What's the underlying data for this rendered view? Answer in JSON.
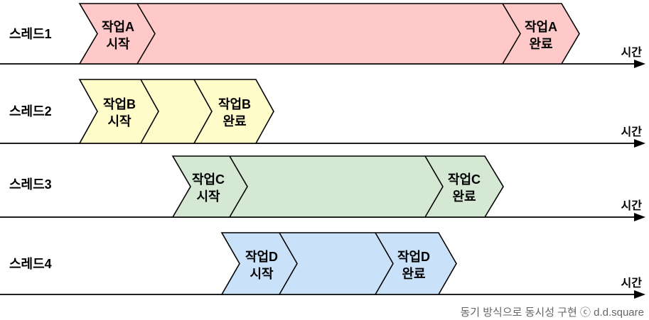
{
  "rows": [
    {
      "thread": "스레드1",
      "task": "작업A",
      "start_line1": "작업A",
      "start_line2": "시작",
      "end_line1": "작업A",
      "end_line2": "완료",
      "time_label": "시간",
      "fill": "#FFC9C9"
    },
    {
      "thread": "스레드2",
      "task": "작업B",
      "start_line1": "작업B",
      "start_line2": "시작",
      "end_line1": "작업B",
      "end_line2": "완료",
      "time_label": "시간",
      "fill": "#FFFCC9"
    },
    {
      "thread": "스레드3",
      "task": "작업C",
      "start_line1": "작업C",
      "start_line2": "시작",
      "end_line1": "작업C",
      "end_line2": "완료",
      "time_label": "시간",
      "fill": "#D4E8D4"
    },
    {
      "thread": "스레드4",
      "task": "작업D",
      "start_line1": "작업D",
      "start_line2": "시작",
      "end_line1": "작업D",
      "end_line2": "완료",
      "time_label": "시간",
      "fill": "#C9E2FA"
    }
  ],
  "caption": "동기 방식으로 동시성 구현 ⓒ d.d.square",
  "colors": {
    "stroke": "#000000",
    "caption": "#666666",
    "task_a": "#FFC9C9",
    "task_b": "#FFFCC9",
    "task_c": "#D4E8D4",
    "task_d": "#C9E2FA"
  }
}
